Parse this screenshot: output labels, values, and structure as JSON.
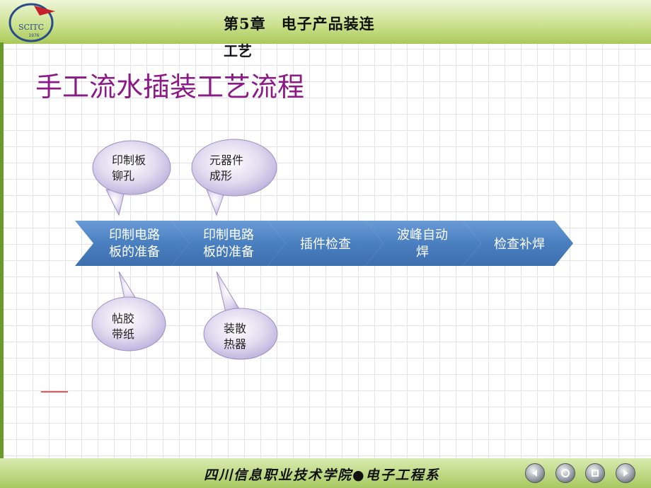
{
  "header": {
    "chapter_title": "第5章　电子产品装连",
    "chapter_title_wrap": "工艺",
    "logo_text": "SCITC",
    "logo_year": "1976"
  },
  "slide": {
    "title": "手工流水插装工艺流程"
  },
  "flow": {
    "steps": [
      {
        "line1": "印制电路",
        "line2": "板的准备"
      },
      {
        "line1": "印制电路",
        "line2": "板的准备"
      },
      {
        "line1": "插件检查",
        "line2": ""
      },
      {
        "line1": "波峰自动",
        "line2": "焊"
      },
      {
        "line1": "检查补焊",
        "line2": ""
      }
    ],
    "callouts": [
      {
        "line1": "印制板",
        "line2": "铆孔"
      },
      {
        "line1": "元器件",
        "line2": "成形"
      },
      {
        "line1": "帖胶",
        "line2": "带纸"
      },
      {
        "line1": "装散",
        "line2": "热器"
      }
    ]
  },
  "footer": {
    "institution": "四川信息职业技术学院●电子工程系",
    "nav_icons": [
      "prev-icon",
      "back-icon",
      "stop-icon",
      "next-icon"
    ]
  },
  "colors": {
    "title": "#8b1a86",
    "chevron": "#4a7fc0",
    "callout": "#cfc6e6",
    "header": "#c9e08a"
  }
}
